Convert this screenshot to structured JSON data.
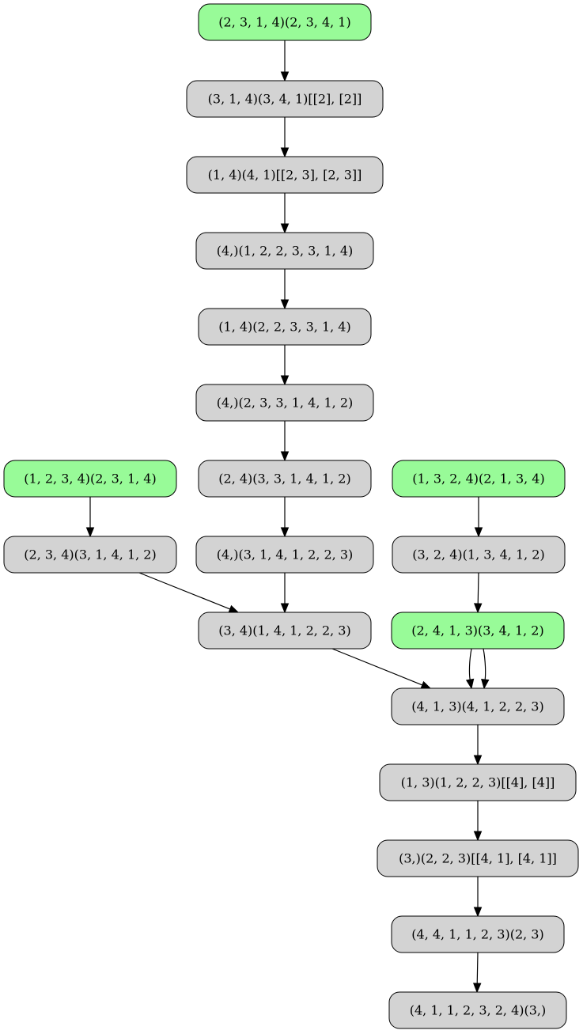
{
  "colors": {
    "start_fill": "#98fb98",
    "normal_fill": "#d3d3d3",
    "stroke": "#000000",
    "background": "#ffffff"
  },
  "nodes": [
    {
      "id": "n1",
      "label": "(2, 3, 1, 4)(2, 3, 4, 1)",
      "kind": "start"
    },
    {
      "id": "n2",
      "label": "(3, 1, 4)(3, 4, 1)[[2], [2]]",
      "kind": "normal"
    },
    {
      "id": "n3",
      "label": "(1, 4)(4, 1)[[2, 3], [2, 3]]",
      "kind": "normal"
    },
    {
      "id": "n4",
      "label": "(4,)(1, 2, 2, 3, 3, 1, 4)",
      "kind": "normal"
    },
    {
      "id": "n5",
      "label": "(1, 4)(2, 2, 3, 3, 1, 4)",
      "kind": "normal"
    },
    {
      "id": "n6",
      "label": "(4,)(2, 3, 3, 1, 4, 1, 2)",
      "kind": "normal"
    },
    {
      "id": "n7",
      "label": "(1, 2, 3, 4)(2, 3, 1, 4)",
      "kind": "start"
    },
    {
      "id": "n8",
      "label": "(2, 4)(3, 3, 1, 4, 1, 2)",
      "kind": "normal"
    },
    {
      "id": "n9",
      "label": "(1, 3, 2, 4)(2, 1, 3, 4)",
      "kind": "start"
    },
    {
      "id": "n10",
      "label": "(2, 3, 4)(3, 1, 4, 1, 2)",
      "kind": "normal"
    },
    {
      "id": "n11",
      "label": "(4,)(3, 1, 4, 1, 2, 2, 3)",
      "kind": "normal"
    },
    {
      "id": "n12",
      "label": "(3, 2, 4)(1, 3, 4, 1, 2)",
      "kind": "normal"
    },
    {
      "id": "n13",
      "label": "(3, 4)(1, 4, 1, 2, 2, 3)",
      "kind": "normal"
    },
    {
      "id": "n14",
      "label": "(2, 4, 1, 3)(3, 4, 1, 2)",
      "kind": "start"
    },
    {
      "id": "n15",
      "label": "(4, 1, 3)(4, 1, 2, 2, 3)",
      "kind": "normal"
    },
    {
      "id": "n16",
      "label": "(1, 3)(1, 2, 2, 3)[[4], [4]]",
      "kind": "normal"
    },
    {
      "id": "n17",
      "label": "(3,)(2, 2, 3)[[4, 1], [4, 1]]",
      "kind": "normal"
    },
    {
      "id": "n18",
      "label": "(4, 4, 1, 1, 2, 3)(2, 3)",
      "kind": "normal"
    },
    {
      "id": "n19",
      "label": "(4, 1, 1, 2, 3, 2, 4)(3,)",
      "kind": "normal"
    }
  ],
  "edges": [
    {
      "from": "n1",
      "to": "n2"
    },
    {
      "from": "n2",
      "to": "n3"
    },
    {
      "from": "n3",
      "to": "n4"
    },
    {
      "from": "n4",
      "to": "n5"
    },
    {
      "from": "n5",
      "to": "n6"
    },
    {
      "from": "n6",
      "to": "n8"
    },
    {
      "from": "n7",
      "to": "n10"
    },
    {
      "from": "n8",
      "to": "n11"
    },
    {
      "from": "n9",
      "to": "n12"
    },
    {
      "from": "n10",
      "to": "n13"
    },
    {
      "from": "n11",
      "to": "n13"
    },
    {
      "from": "n12",
      "to": "n14"
    },
    {
      "from": "n13",
      "to": "n15"
    },
    {
      "from": "n14",
      "to": "n15"
    },
    {
      "from": "n14",
      "to": "n15"
    },
    {
      "from": "n15",
      "to": "n16"
    },
    {
      "from": "n16",
      "to": "n17"
    },
    {
      "from": "n17",
      "to": "n18"
    },
    {
      "from": "n18",
      "to": "n19"
    }
  ]
}
